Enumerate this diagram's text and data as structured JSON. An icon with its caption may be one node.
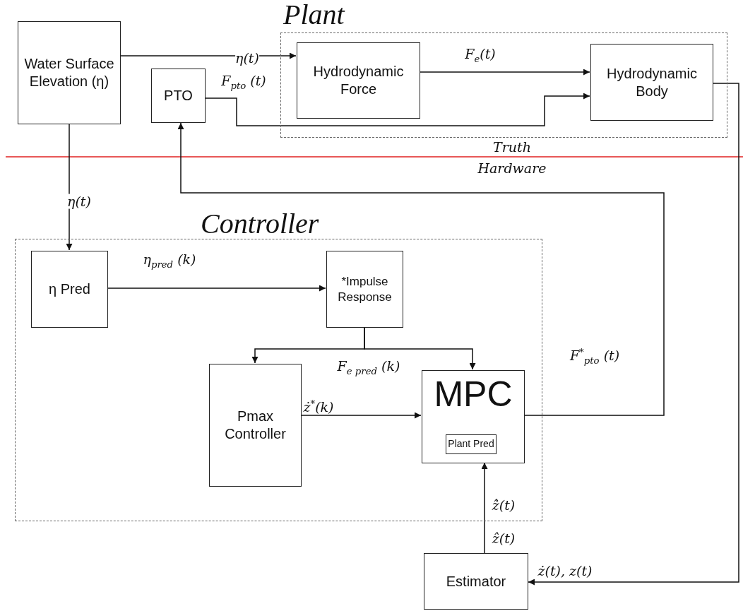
{
  "diagram": {
    "nodes": [
      {
        "text": [
          "Plant"
        ]
      },
      {
        "text": [
          "Water Surface Elevation (η)"
        ]
      },
      {
        "text": [
          "PTO"
        ]
      },
      {
        "text": [
          "Hydrodynamic Force"
        ],
        "in": 0
      },
      {
        "text": [
          "Hydrodynamic Body"
        ],
        "in": 0
      },
      {
        "text": [
          "Controller"
        ]
      },
      {
        "text": [
          "η Pred"
        ],
        "in": 5
      },
      {
        "text": [
          "*Impulse Response"
        ],
        "in": 5
      },
      {
        "text": [
          "Pmax Controller"
        ],
        "in": 5
      },
      {
        "text": [
          "MPC"
        ],
        "in": 5
      },
      {
        "text": [
          "Plant Pred"
        ],
        "in": 9
      },
      {
        "text": [
          "Estimator"
        ]
      }
    ],
    "edges": [
      {
        "from": 1,
        "to": 3,
        "arrow": "to",
        "label": "η(t)"
      },
      {
        "from": 3,
        "to": 4,
        "arrow": "to",
        "label": "F$_{e}$(t)"
      },
      {
        "from": 2,
        "to": 4,
        "arrow": "to",
        "label": "F$_{pto}$ (t)"
      },
      {
        "from": 9,
        "to": 2,
        "arrow": "to",
        "label": "F$^{*}$$_{pto}$ (t)"
      },
      {
        "from": 1,
        "to": 6,
        "arrow": "to",
        "label": "η(t)"
      },
      {
        "from": 6,
        "to": 7,
        "arrow": "to",
        "label": "η$_{pred}$ (k)"
      },
      {
        "from": 7,
        "to": 8,
        "arrow": "to",
        "label": "F$_{e pred}$ (k)"
      },
      {
        "from": 7,
        "to": 9,
        "arrow": "to"
      },
      {
        "from": 8,
        "to": 9,
        "arrow": "to",
        "label": "ż$^{*}$(k)"
      },
      {
        "from": 4,
        "to": 11,
        "arrow": "to",
        "label": "ż(t), z(t)"
      },
      {
        "from": 11,
        "to": 9,
        "arrow": "to",
        "label": "ẑ(t)"
      }
    ],
    "labels": [
      "Truth",
      "Hardware",
      "ż̂(t)"
    ]
  }
}
